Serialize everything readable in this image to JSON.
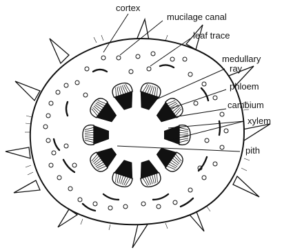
{
  "labels": {
    "cortex": "cortex",
    "mucilage_canal": "mucilage canal",
    "leaf_trace": "leaf trace",
    "medullary_ray_line1": "medullary",
    "medullary_ray_line2": "ray",
    "phloem": "phloem",
    "cambium": "cambium",
    "xylem": "xylem",
    "pith": "pith"
  },
  "colors": {
    "ink": "#111111",
    "fill": "#ffffff"
  }
}
